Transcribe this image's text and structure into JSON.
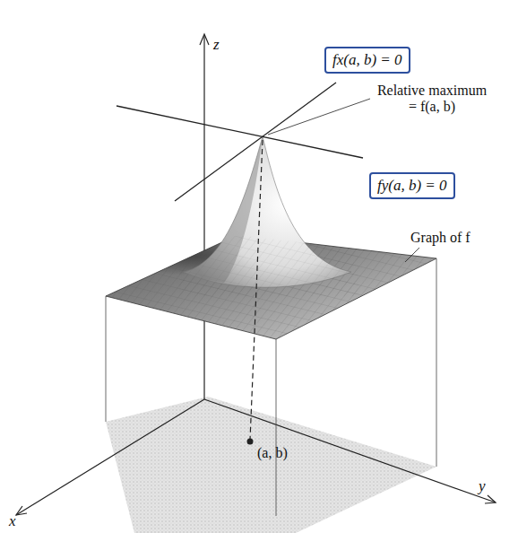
{
  "diagram": {
    "nodes": [
      {
        "text": [
          "fx(a, b) = 0"
        ]
      },
      {
        "text": [
          "fy(a, b) = 0"
        ]
      }
    ],
    "labels": [
      "z",
      "Relative maximum = f(a, b)",
      "Graph of f",
      "x",
      "y",
      "(a, b)"
    ]
  }
}
